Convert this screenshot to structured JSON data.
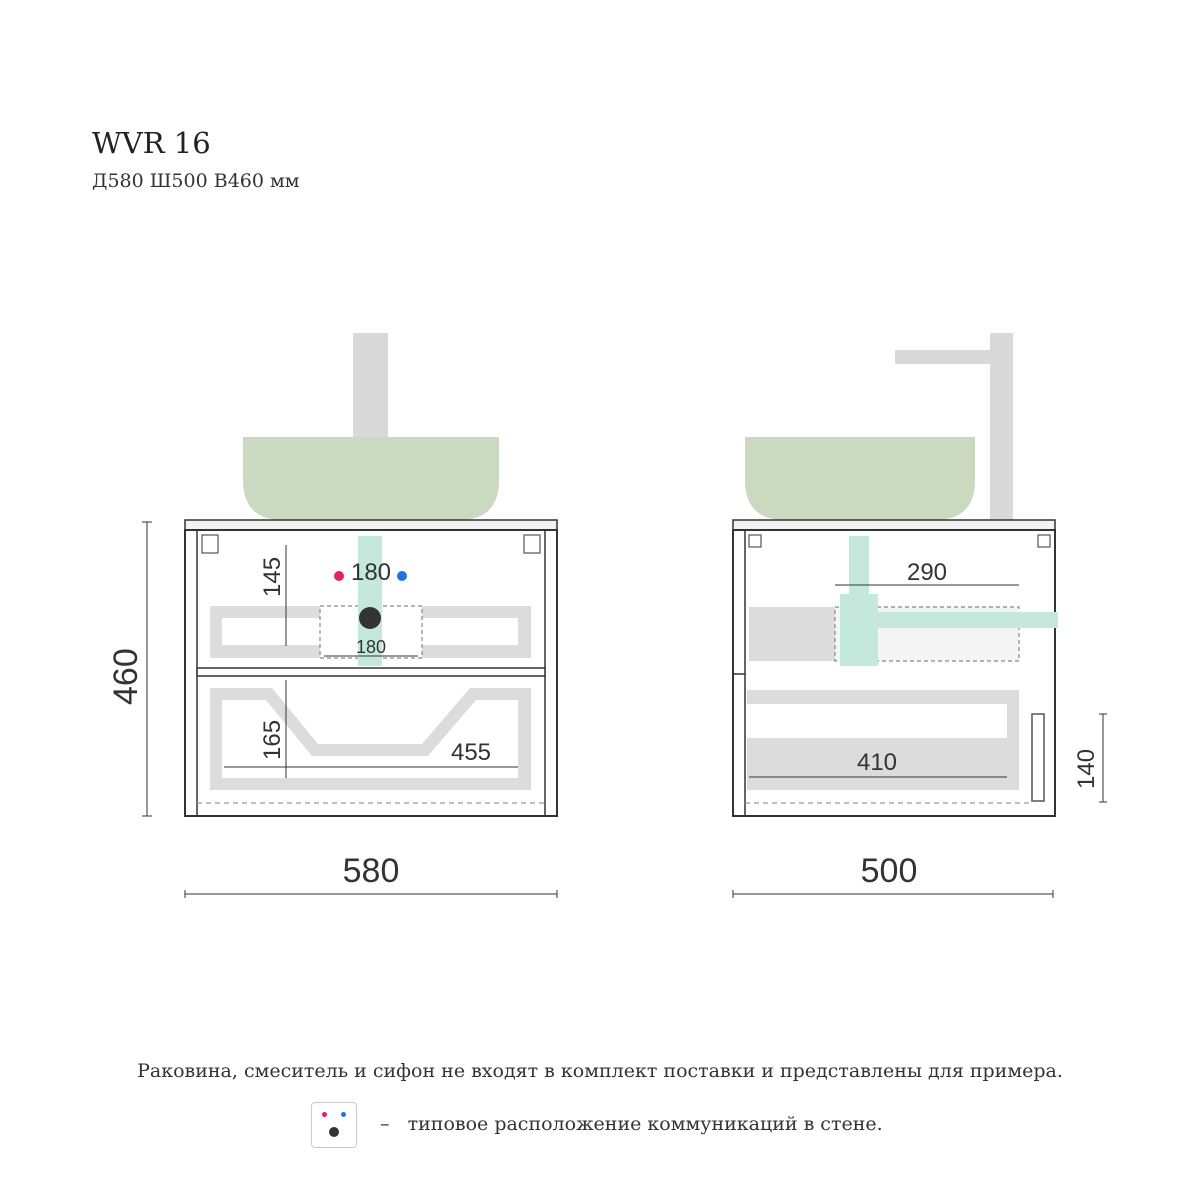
{
  "header": {
    "model": "WVR 16",
    "dimensions": "Д580 Ш500 В460 мм"
  },
  "front_view": {
    "height": "460",
    "width": "580",
    "upper_drawer_height": "145",
    "pipe_spacing": "180",
    "cutout_width": "180",
    "lower_drawer_height": "165",
    "lower_drawer_width": "455"
  },
  "side_view": {
    "depth": "500",
    "cutout_depth": "290",
    "drawer_depth": "410",
    "handle_height": "140"
  },
  "colors": {
    "basin": "#cbd9c0",
    "pipe": "#c4e8dc",
    "hot": "#e0245e",
    "cold": "#1f73e0",
    "drain": "#333333",
    "line": "#333333",
    "panel": "#dedede"
  },
  "footer": {
    "note": "Раковина, смеситель и сифон не входят в комплект поставки и представлены для примера.",
    "legend_separator": "–",
    "legend_text": "типовое расположение коммуникаций в стене."
  }
}
